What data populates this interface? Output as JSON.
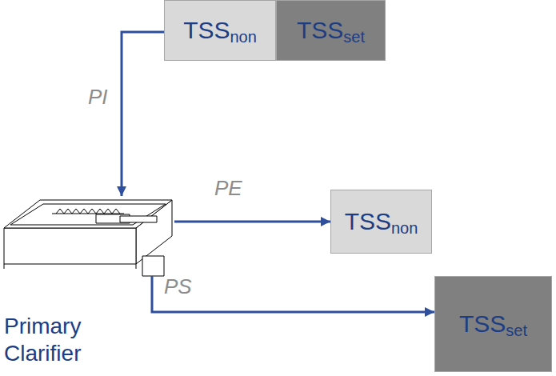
{
  "diagram": {
    "nodes": [
      {
        "text": [
          "TSS",
          "non"
        ]
      },
      {
        "text": [
          "TSS",
          "set"
        ]
      },
      {
        "text": [
          "Primary Clarifier"
        ]
      },
      {
        "text": [
          "TSS",
          "non"
        ]
      },
      {
        "text": [
          "TSS",
          "set"
        ]
      }
    ],
    "edges": [
      {
        "from": 0,
        "to": 2,
        "label": "PI",
        "arrow": "to"
      },
      {
        "from": 2,
        "to": 3,
        "label": "PE",
        "arrow": "to"
      },
      {
        "from": 2,
        "to": 4,
        "label": "PS",
        "arrow": "to"
      }
    ]
  }
}
